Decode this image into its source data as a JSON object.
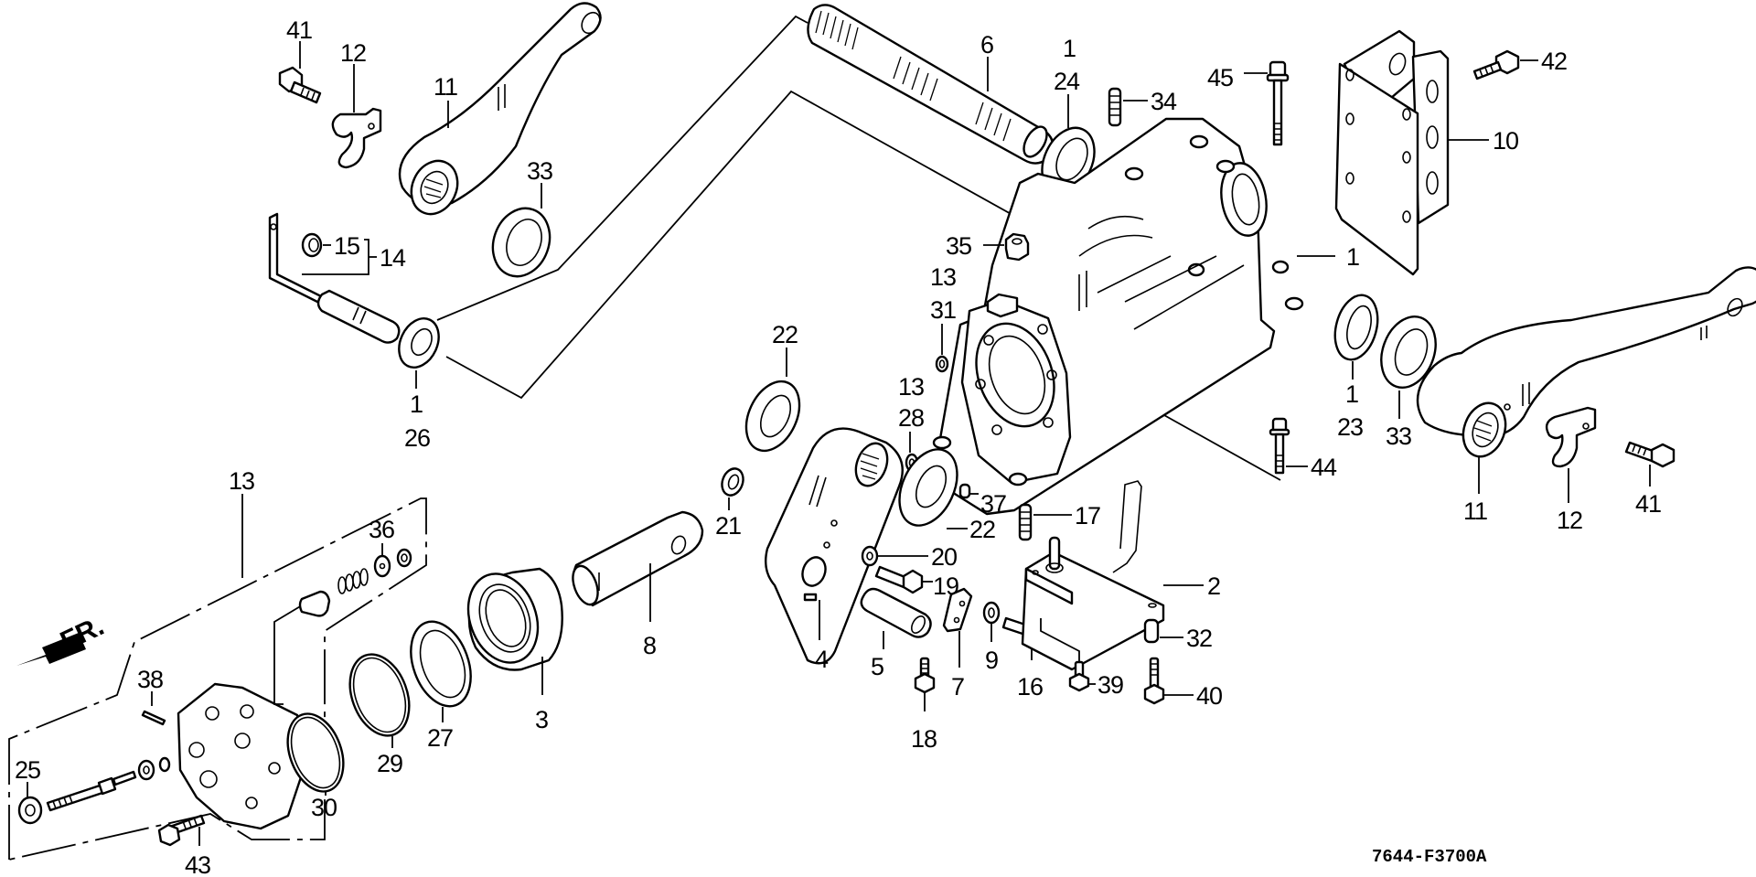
{
  "diagram": {
    "title": "Exploded parts diagram",
    "figure_code": "7644-F3700A",
    "direction_indicator": "FR.",
    "callouts": {
      "c41a": "41",
      "c12a": "12",
      "c11a": "11",
      "c33a": "33",
      "c15": "15",
      "c14": "14",
      "c1a": "1",
      "c26": "26",
      "c6": "6",
      "c1b": "1",
      "c24": "24",
      "c34": "34",
      "c45": "45",
      "c42": "42",
      "c10": "10",
      "c1c": "1",
      "c35": "35",
      "c13a": "13",
      "c31": "31",
      "c13b": "13",
      "c28": "28",
      "c22a": "22",
      "c21": "21",
      "c37": "37",
      "c22b": "22",
      "c17": "17",
      "c20": "20",
      "c19": "19",
      "c2": "2",
      "c32": "32",
      "c4": "4",
      "c5": "5",
      "c7": "7",
      "c9": "9",
      "c16": "16",
      "c18": "18",
      "c39": "39",
      "c40": "40",
      "c1d": "1",
      "c23": "23",
      "c33b": "33",
      "c44": "44",
      "c11b": "11",
      "c12b": "12",
      "c41b": "41",
      "c13c": "13",
      "c36": "36",
      "c38": "38",
      "c25": "25",
      "c43": "43",
      "c30": "30",
      "c29": "29",
      "c27": "27",
      "c3": "3",
      "c8": "8"
    }
  }
}
